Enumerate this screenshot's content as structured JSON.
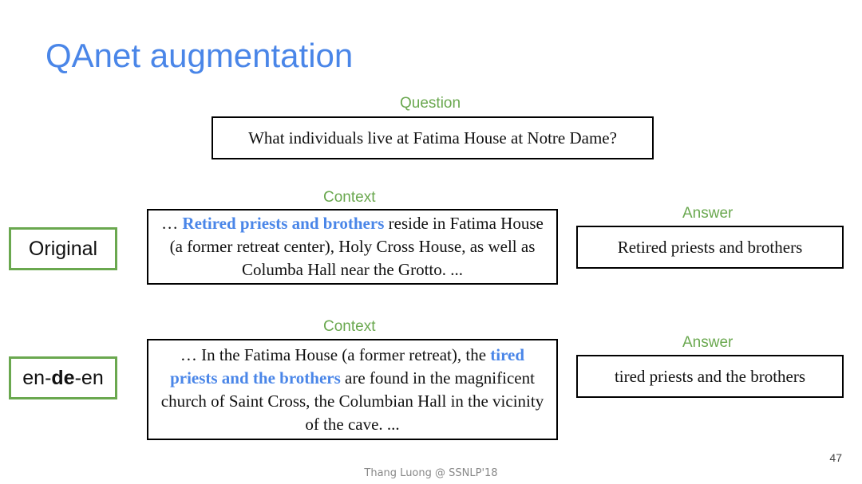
{
  "slide": {
    "title": "QAnet augmentation",
    "page_number": "47",
    "footer": "Thang Luong  @ SSNLP'18"
  },
  "question": {
    "label": "Question",
    "text": "What individuals live at Fatima House at Notre Dame?"
  },
  "original": {
    "tag": "Original",
    "context_label": "Context",
    "context_pre": "… ",
    "context_highlight": "Retired priests and brothers",
    "context_post": " reside in Fatima House (a former retreat center), Holy Cross House, as well as Columba Hall near the Grotto. ...",
    "answer_label": "Answer",
    "answer": "Retired priests and brothers"
  },
  "paraphrase": {
    "tag_pre": "en-",
    "tag_bold": "de",
    "tag_post": "-en",
    "context_label": "Context",
    "context_pre": "… In the Fatima House (a former retreat), the ",
    "context_highlight": "tired priests and the brothers",
    "context_post": " are found in the magnificent church of Saint Cross, the Columbian Hall in the vicinity of the cave. ...",
    "answer_label": "Answer",
    "answer": "tired priests and the brothers"
  },
  "colors": {
    "title": "#4a86e8",
    "highlight": "#4a86e8",
    "label_green": "#6aa84f"
  }
}
